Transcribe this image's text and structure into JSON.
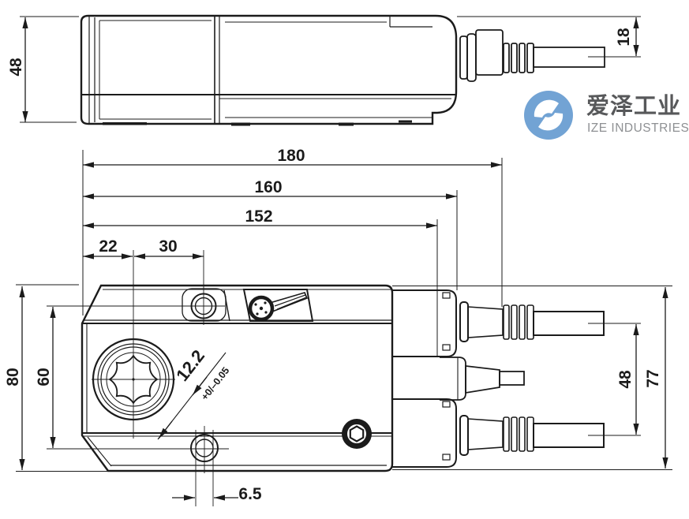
{
  "drawing": {
    "title": "actuator-dimension-drawing",
    "dims": {
      "side_height": "48",
      "cable_height": "18",
      "total_length": "180",
      "len_160": "160",
      "len_152": "152",
      "off_22": "22",
      "off_30": "30",
      "body_width": "80",
      "hole_pitch": "60",
      "square_size": "12.2",
      "square_tol": "+0/–0.05",
      "cable_pitch": "48",
      "overall_width": "77",
      "slot_width": "6.5"
    },
    "colors": {
      "line": "#1b1b1b",
      "logo_blue": "#72a3d4",
      "logo_text": "#57585a",
      "logo_subtext": "#8e9093"
    }
  },
  "logo": {
    "cn": "爱泽工业",
    "en": "IZE INDUSTRIES"
  }
}
